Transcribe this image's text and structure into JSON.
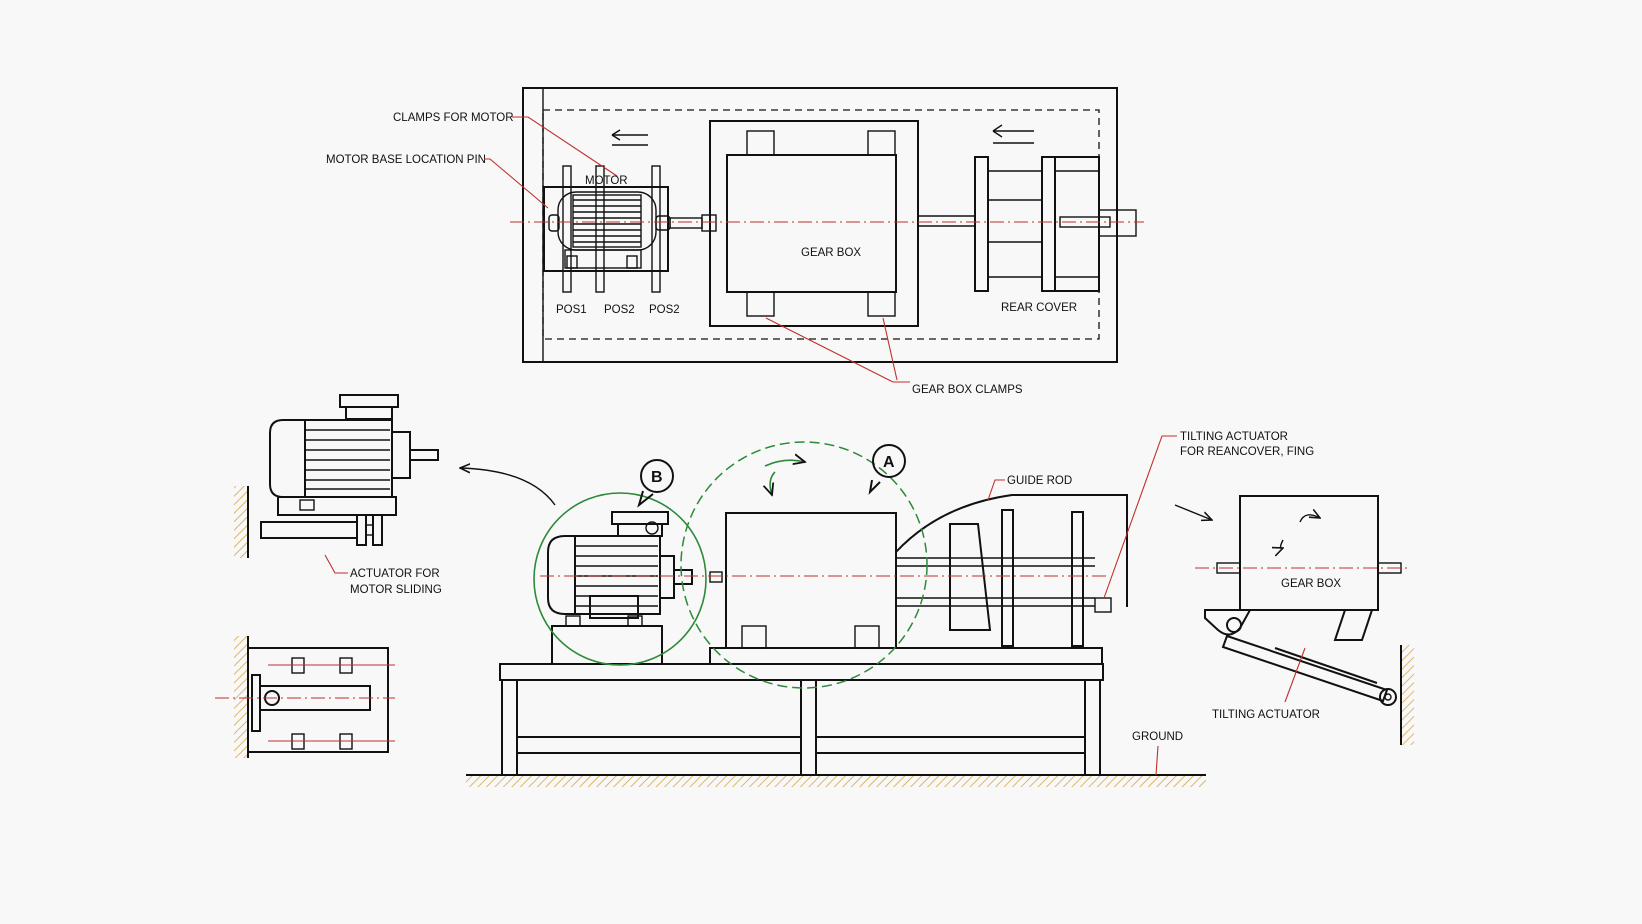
{
  "top_view": {
    "clamps_for_motor": "CLAMPS FOR MOTOR",
    "motor_base_location_pin": "MOTOR BASE LOCATION PIN",
    "motor": "MOTOR",
    "pos1": "POS1",
    "pos2a": "POS2",
    "pos2b": "POS2",
    "gear_box": "GEAR BOX",
    "rear_cover": "REAR COVER",
    "gear_box_clamps": "GEAR BOX CLAMPS"
  },
  "side_view": {
    "badge_a": "A",
    "badge_b": "B",
    "guide_rod": "GUIDE ROD",
    "tilting_actuator_rear_line1": "TILTING ACTUATOR",
    "tilting_actuator_rear_line2": "FOR REANCOVER, FING",
    "ground": "GROUND"
  },
  "left_detail": {
    "actuator_line1": "ACTUATOR FOR",
    "actuator_line2": "MOTOR SLIDING"
  },
  "right_detail": {
    "gear_box": "GEAR BOX",
    "tilting_actuator": "TILTING ACTUATOR"
  },
  "colors": {
    "line": "#111111",
    "leader": "#c0302c",
    "rotation_circle": "#2d8a3a",
    "ground_hatch": "#d4a84a"
  }
}
